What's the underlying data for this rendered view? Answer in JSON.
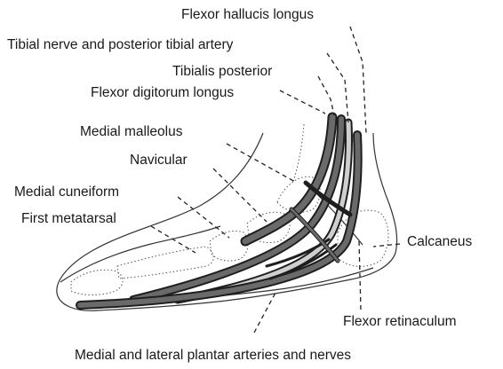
{
  "labels": {
    "flexor_hallucis_longus": "Flexor hallucis longus",
    "tibial_nerve_artery": "Tibial nerve and posterior tibial artery",
    "tibialis_posterior": "Tibialis posterior",
    "flexor_digitorum_longus": "Flexor digitorum longus",
    "medial_malleolus": "Medial malleolus",
    "navicular": "Navicular",
    "medial_cuneiform": "Medial cuneiform",
    "first_metatarsal": "First metatarsal",
    "calcaneus": "Calcaneus",
    "flexor_retinaculum": "Flexor retinaculum",
    "plantar_arteries_nerves": "Medial and lateral plantar arteries and nerves"
  },
  "colors": {
    "tendon_fill": "#6a6a6a",
    "tendon_edge": "#1e1e1e",
    "outline": "#333333",
    "label_text": "#1a1a1a"
  }
}
